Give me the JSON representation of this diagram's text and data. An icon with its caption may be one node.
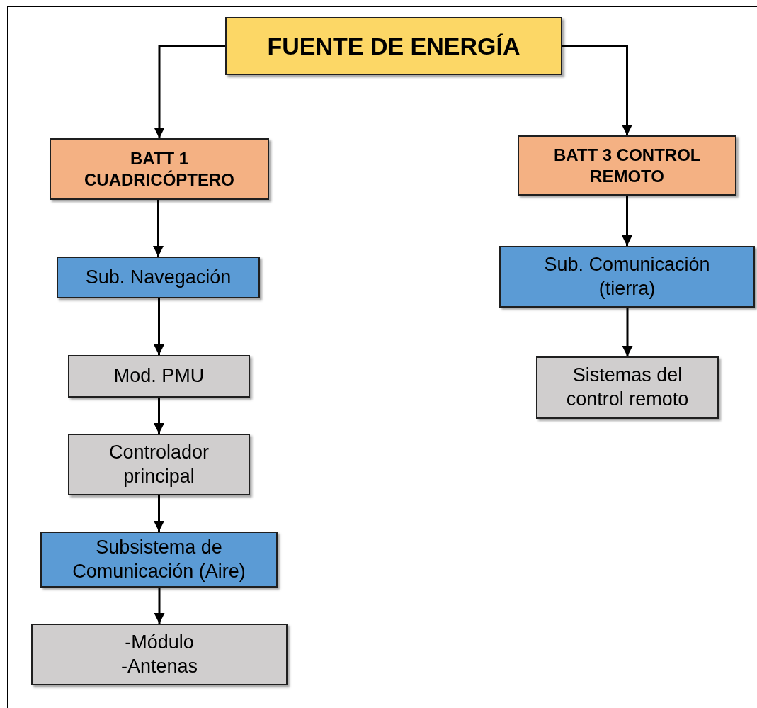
{
  "diagram": {
    "nodes": [
      {
        "text": [
          "FUENTE DE ENERGÍA"
        ]
      },
      {
        "text": [
          "BATT 1 CUADRICÓPTERO"
        ]
      },
      {
        "text": [
          "BATT 3 CONTROL REMOTO"
        ]
      },
      {
        "text": [
          "Sub. Navegación"
        ]
      },
      {
        "text": [
          "Sub. Comunicación (tierra)"
        ]
      },
      {
        "text": [
          "Mod. PMU"
        ]
      },
      {
        "text": [
          "Controlador principal"
        ]
      },
      {
        "text": [
          "Subsistema de Comunicación (Aire)"
        ]
      },
      {
        "text": [
          "-Módulo -Antenas"
        ]
      },
      {
        "text": [
          "Sistemas del control remoto"
        ]
      }
    ],
    "edges": [
      {
        "from": 0,
        "to": 1,
        "arrow": "to"
      },
      {
        "from": 0,
        "to": 2,
        "arrow": "to"
      },
      {
        "from": 1,
        "to": 3,
        "arrow": "to"
      },
      {
        "from": 3,
        "to": 5,
        "arrow": "to"
      },
      {
        "from": 5,
        "to": 6,
        "arrow": "to"
      },
      {
        "from": 6,
        "to": 7,
        "arrow": "to"
      },
      {
        "from": 7,
        "to": 8,
        "arrow": "to"
      },
      {
        "from": 2,
        "to": 4,
        "arrow": "to"
      },
      {
        "from": 4,
        "to": 9,
        "arrow": "to"
      }
    ]
  }
}
